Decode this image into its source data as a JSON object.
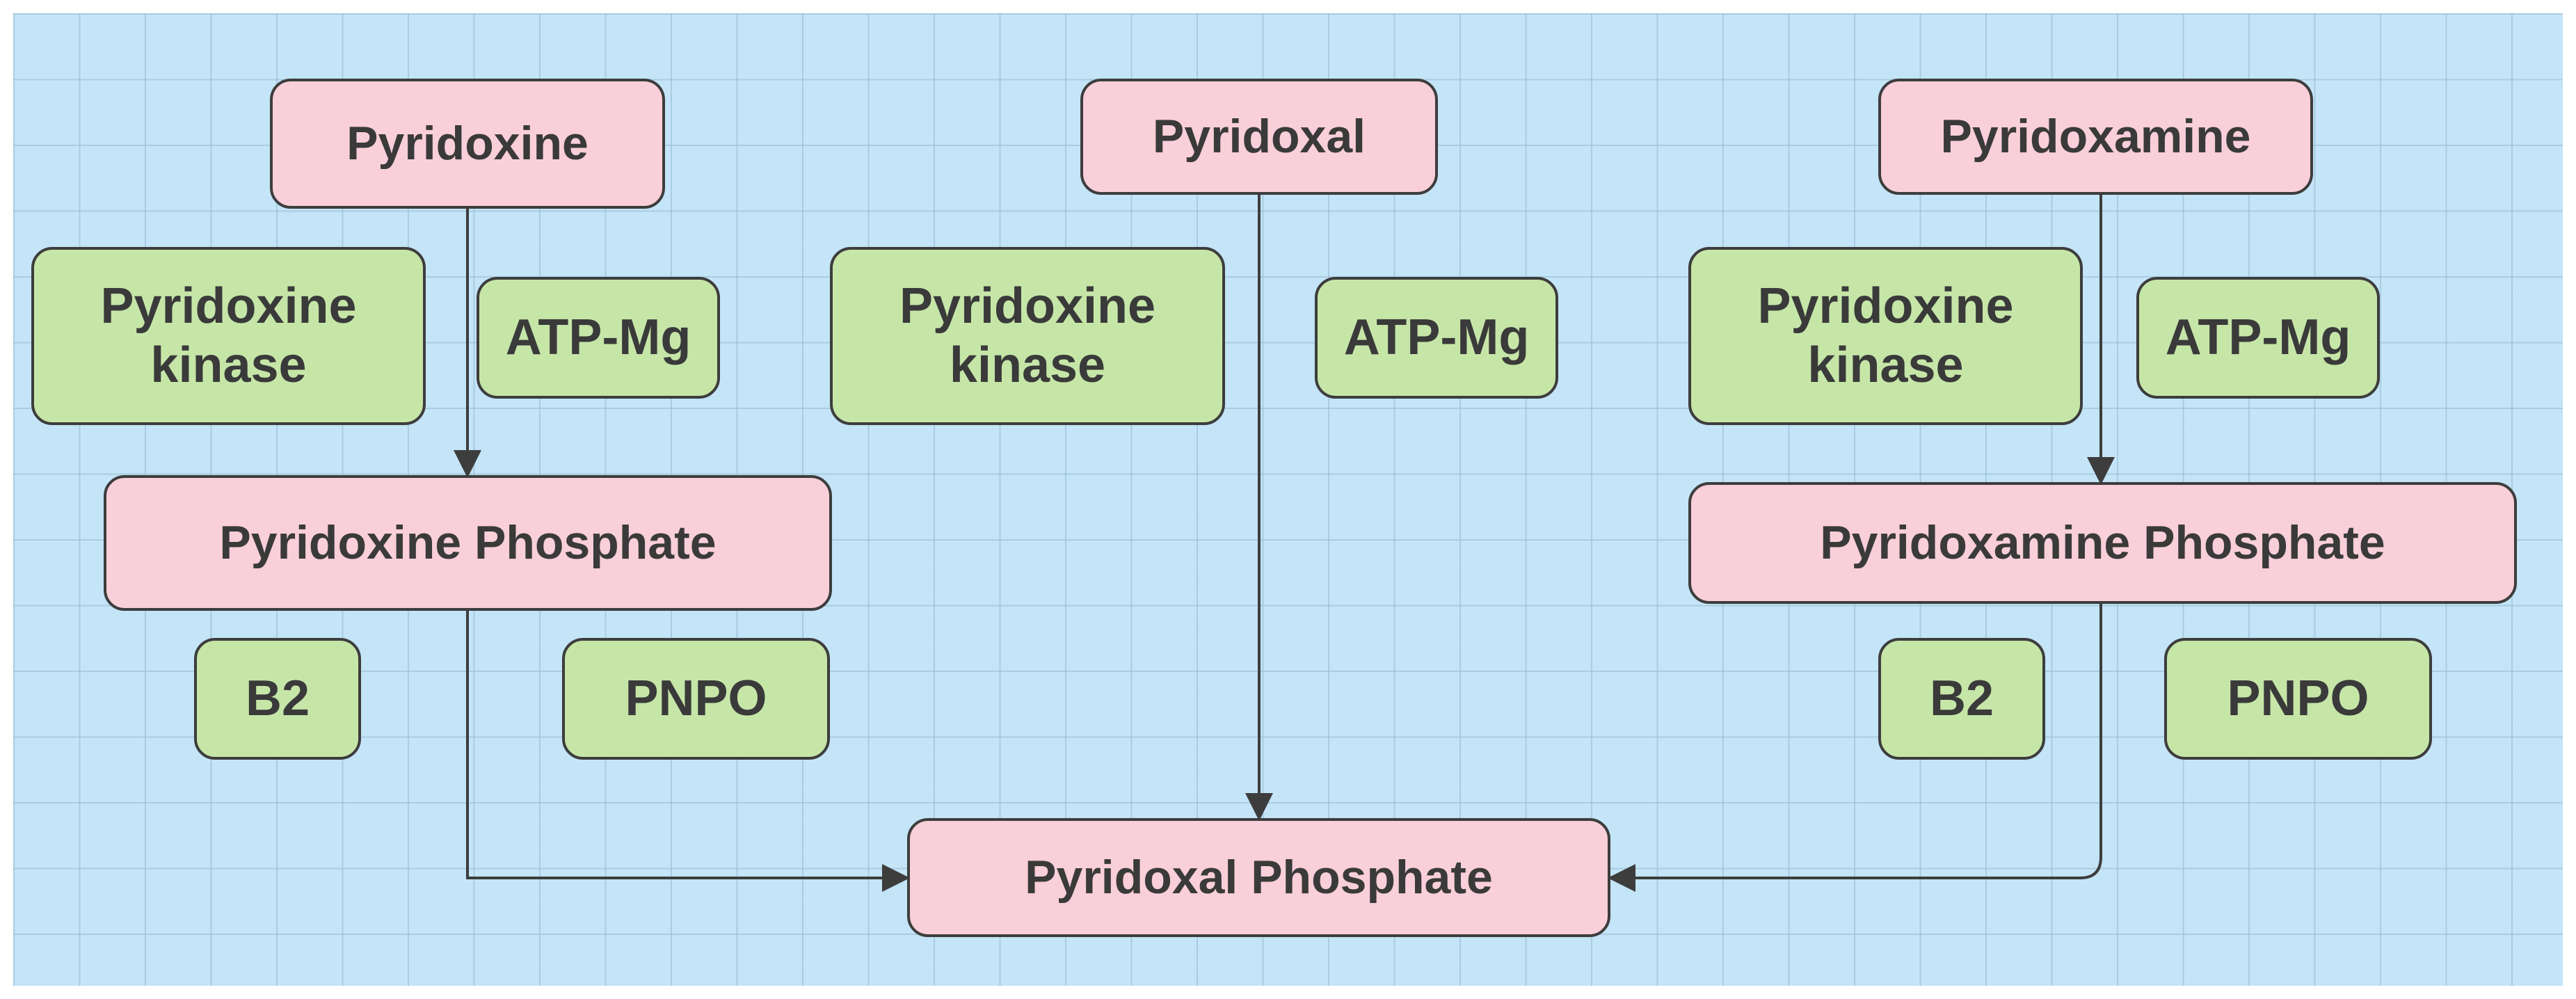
{
  "nodes": {
    "pyridoxine": "Pyridoxine",
    "pyridoxal": "Pyridoxal",
    "pyridoxamine": "Pyridoxamine",
    "pyridoxine_phosphate": "Pyridoxine Phosphate",
    "pyridoxamine_phosphate": "Pyridoxamine Phosphate",
    "pyridoxal_phosphate": "Pyridoxal Phosphate"
  },
  "factors": {
    "left": {
      "kinase": [
        "Pyridoxine",
        "kinase"
      ],
      "atp": "ATP-Mg",
      "b2": "B2",
      "pnpo": "PNPO"
    },
    "middle": {
      "kinase": [
        "Pyridoxine",
        "kinase"
      ],
      "atp": "ATP-Mg"
    },
    "right": {
      "kinase": [
        "Pyridoxine",
        "kinase"
      ],
      "atp": "ATP-Mg",
      "b2": "B2",
      "pnpo": "PNPO"
    }
  },
  "colors": {
    "background": "#c4e4f7",
    "grid": "#96b9cd",
    "metabolite_fill": "#f9cfd9",
    "factor_fill": "#c6e6a8",
    "border": "#3d3d3d",
    "text": "#3a3a3a",
    "connector": "#3d3d3d"
  }
}
